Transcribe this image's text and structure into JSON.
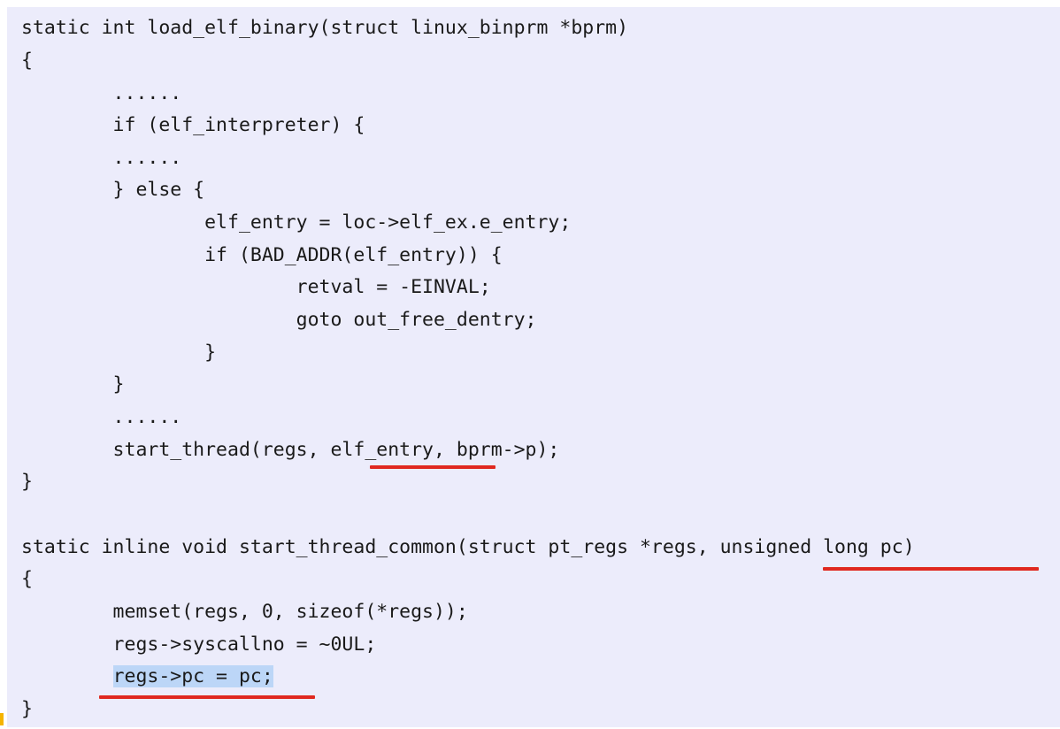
{
  "code": {
    "lines": [
      "static int load_elf_binary(struct linux_binprm *bprm)",
      "{",
      "        ......",
      "        if (elf_interpreter) {",
      "        ......",
      "        } else {",
      "                elf_entry = loc->elf_ex.e_entry;",
      "                if (BAD_ADDR(elf_entry)) {",
      "                        retval = -EINVAL;",
      "                        goto out_free_dentry;",
      "                }",
      "        }",
      "        ......",
      "        start_thread(regs, elf_entry, bprm->p);",
      "}",
      "",
      "static inline void start_thread_common(struct pt_regs *regs, unsigned long pc)",
      "{",
      "        memset(regs, 0, sizeof(*regs));",
      "        regs->syscallno = ~0UL;",
      "        ",
      "}"
    ],
    "highlighted_text": "regs->pc = pc;"
  },
  "colors": {
    "panel_background": "#ececfb",
    "text": "#1a1a1a",
    "selection_highlight": "#bcd6f7",
    "annotation_underline": "#e0281f"
  }
}
